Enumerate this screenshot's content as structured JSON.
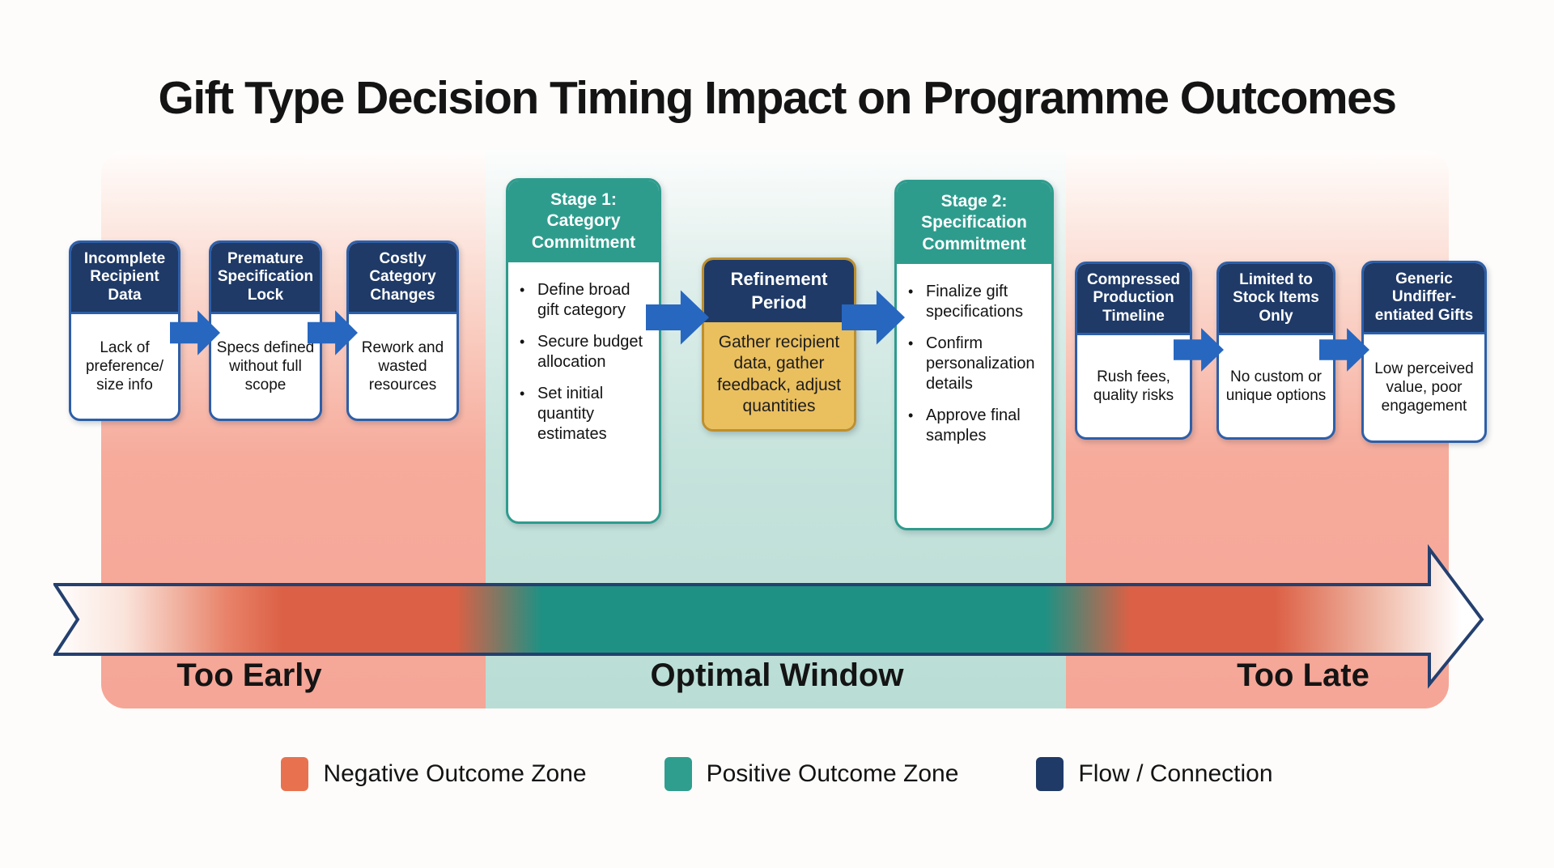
{
  "title": "Gift Type Decision Timing Impact on Programme Outcomes",
  "colors": {
    "negative_zone": "#e8724f",
    "positive_zone": "#2f9e8e",
    "flow_connection": "#1f3a67",
    "flow_arrow_blue": "#2767c0",
    "refinement_gold": "#eabf5e",
    "zone_pink_bg": "#f5a697",
    "zone_teal_bg": "#bfddd5",
    "timeline_red": "#dc6045",
    "timeline_teal": "#1e9184",
    "navy_header": "#1f3a67",
    "teal_header": "#2e9c8d"
  },
  "early_cards": [
    {
      "header": "Incomplete Recipient Data",
      "body": "Lack of preference/ size info"
    },
    {
      "header": "Premature Specification Lock",
      "body": "Specs defined without full scope"
    },
    {
      "header": "Costly Category Changes",
      "body": "Rework and wasted resources"
    }
  ],
  "stage1": {
    "header": "Stage 1: Category Commitment",
    "bullets": [
      "Define broad gift category",
      "Secure budget allocation",
      "Set initial quantity estimates"
    ]
  },
  "refinement": {
    "header": "Refinement Period",
    "body": "Gather recipient data, gather feedback, adjust quantities"
  },
  "stage2": {
    "header": "Stage 2: Specification Commitment",
    "bullets": [
      "Finalize gift specifications",
      "Confirm personalization details",
      "Approve final samples"
    ]
  },
  "late_cards": [
    {
      "header": "Compressed Production Timeline",
      "body": "Rush fees, quality risks"
    },
    {
      "header": "Limited to Stock Items Only",
      "body": "No custom or unique options"
    },
    {
      "header": "Generic Undiffer-entiated Gifts",
      "body": "Low perceived value, poor engagement"
    }
  ],
  "timeline_zones": [
    {
      "label": "Too Early"
    },
    {
      "label": "Optimal Window"
    },
    {
      "label": "Too Late"
    }
  ],
  "legend": [
    {
      "label": "Negative Outcome Zone",
      "color": "#e8724f"
    },
    {
      "label": "Positive Outcome Zone",
      "color": "#2f9e8e"
    },
    {
      "label": "Flow / Connection",
      "color": "#1f3a67"
    }
  ]
}
